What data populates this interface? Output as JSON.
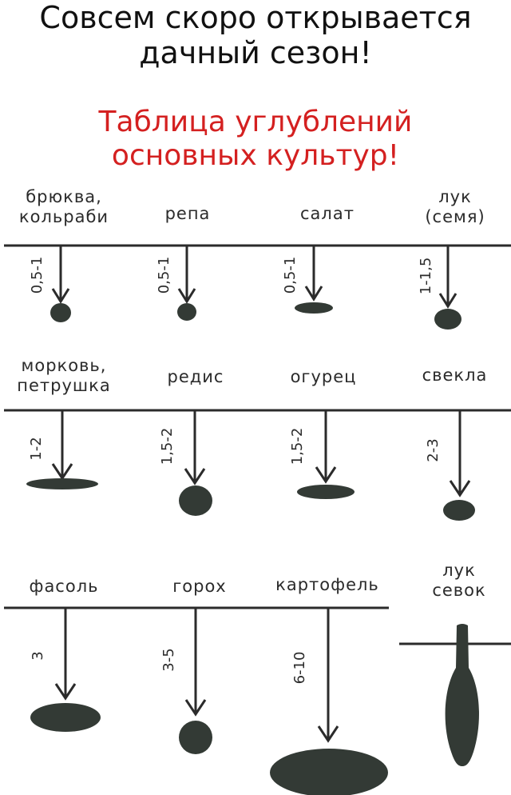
{
  "headline": {
    "line1": "Совсем скоро открывается",
    "line2": "дачный сезон!"
  },
  "subtitle": {
    "line1": "Таблица углублений",
    "line2": "основных культур!"
  },
  "colors": {
    "title_red": "#d42020",
    "ink": "#2b2b2b",
    "seed": "#333a35"
  },
  "rows": [
    {
      "crops": [
        {
          "name_lines": [
            "брюква,",
            "кольраби"
          ],
          "depth": "0,5-1"
        },
        {
          "name_lines": [
            "репа"
          ],
          "depth": "0,5-1"
        },
        {
          "name_lines": [
            "салат"
          ],
          "depth": "0,5-1"
        },
        {
          "name_lines": [
            "лук",
            "(семя)"
          ],
          "depth": "1-1,5"
        }
      ]
    },
    {
      "crops": [
        {
          "name_lines": [
            "морковь,",
            "петрушка"
          ],
          "depth": "1-2"
        },
        {
          "name_lines": [
            "редис"
          ],
          "depth": "1,5-2"
        },
        {
          "name_lines": [
            "огурец"
          ],
          "depth": "1,5-2"
        },
        {
          "name_lines": [
            "свекла"
          ],
          "depth": "2-3"
        }
      ]
    },
    {
      "crops": [
        {
          "name_lines": [
            "фасоль"
          ],
          "depth": "3"
        },
        {
          "name_lines": [
            "горох"
          ],
          "depth": "3-5"
        },
        {
          "name_lines": [
            "картофель"
          ],
          "depth": "6-10"
        },
        {
          "name_lines": [
            "лук",
            "севок"
          ],
          "depth": ""
        }
      ]
    }
  ]
}
